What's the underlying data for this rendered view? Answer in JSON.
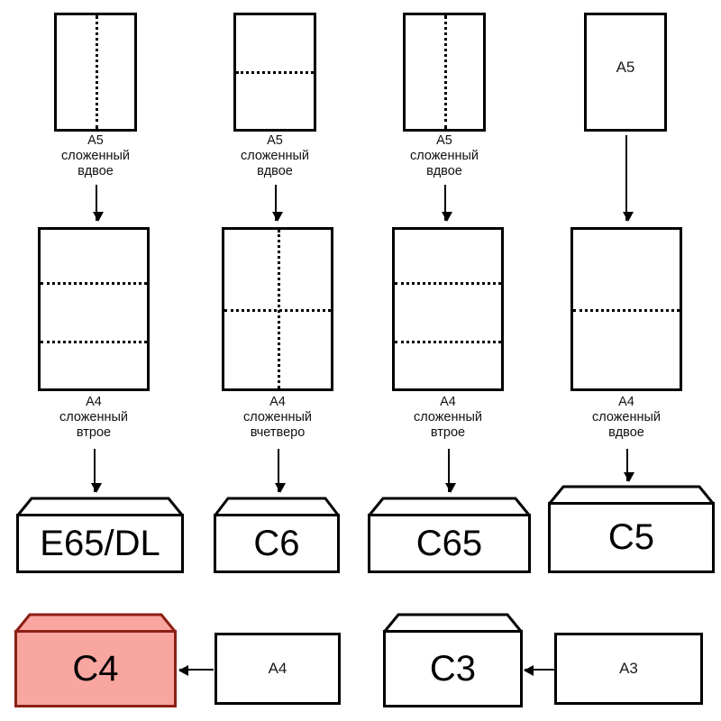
{
  "diagram": {
    "title": "Envelope and paper format folding chart",
    "colors": {
      "line": "#000000",
      "paper": "#ffffff",
      "highlight_fill": "#FAA6A0",
      "highlight_border": "#8C1F16"
    },
    "columns": [
      {
        "id": "col-1",
        "top_sheet": {
          "name": "a5-sheet-vertical-fold",
          "label": "",
          "folds": [
            "vertical-center"
          ]
        },
        "top_caption": "A5\nсложенный\nвдвое",
        "mid_sheet": {
          "name": "a4-sheet-tri-fold",
          "label": "",
          "folds": [
            "horizontal-third-1",
            "horizontal-third-2"
          ]
        },
        "mid_caption": "A4\nсложенный\nвтрое",
        "envelope": {
          "label": "E65/DL",
          "highlight": false
        }
      },
      {
        "id": "col-2",
        "top_sheet": {
          "name": "a5-sheet-horizontal-fold",
          "label": "",
          "folds": [
            "horizontal-center"
          ]
        },
        "top_caption": "A5\nсложенный\nвдвое",
        "mid_sheet": {
          "name": "a4-sheet-quarter-fold",
          "label": "",
          "folds": [
            "horizontal-center",
            "vertical-center"
          ]
        },
        "mid_caption": "A4\nсложенный\nвчетверо",
        "envelope": {
          "label": "C6",
          "highlight": false
        }
      },
      {
        "id": "col-3",
        "top_sheet": {
          "name": "a5-sheet-vertical-fold",
          "label": "",
          "folds": [
            "vertical-center"
          ]
        },
        "top_caption": "A5\nсложенный\nвдвое",
        "mid_sheet": {
          "name": "a4-sheet-tri-fold",
          "label": "",
          "folds": [
            "horizontal-third-1",
            "horizontal-third-2"
          ]
        },
        "mid_caption": "A4\nсложенный\nвтрое",
        "envelope": {
          "label": "C65",
          "highlight": false
        }
      },
      {
        "id": "col-4",
        "top_sheet": {
          "name": "a5-sheet-plain",
          "label": "A5",
          "folds": []
        },
        "top_caption": "",
        "mid_sheet": {
          "name": "a4-sheet-half-fold",
          "label": "",
          "folds": [
            "horizontal-center"
          ]
        },
        "mid_caption": "A4\nсложенный\nвдвое",
        "envelope": {
          "label": "C5",
          "highlight": false
        }
      }
    ],
    "bottom_row": [
      {
        "id": "row-c4",
        "envelope": {
          "label": "C4",
          "highlight": true
        },
        "source_sheet": {
          "label": "A4"
        }
      },
      {
        "id": "row-c3",
        "envelope": {
          "label": "C3",
          "highlight": false
        },
        "source_sheet": {
          "label": "A3"
        }
      }
    ]
  }
}
